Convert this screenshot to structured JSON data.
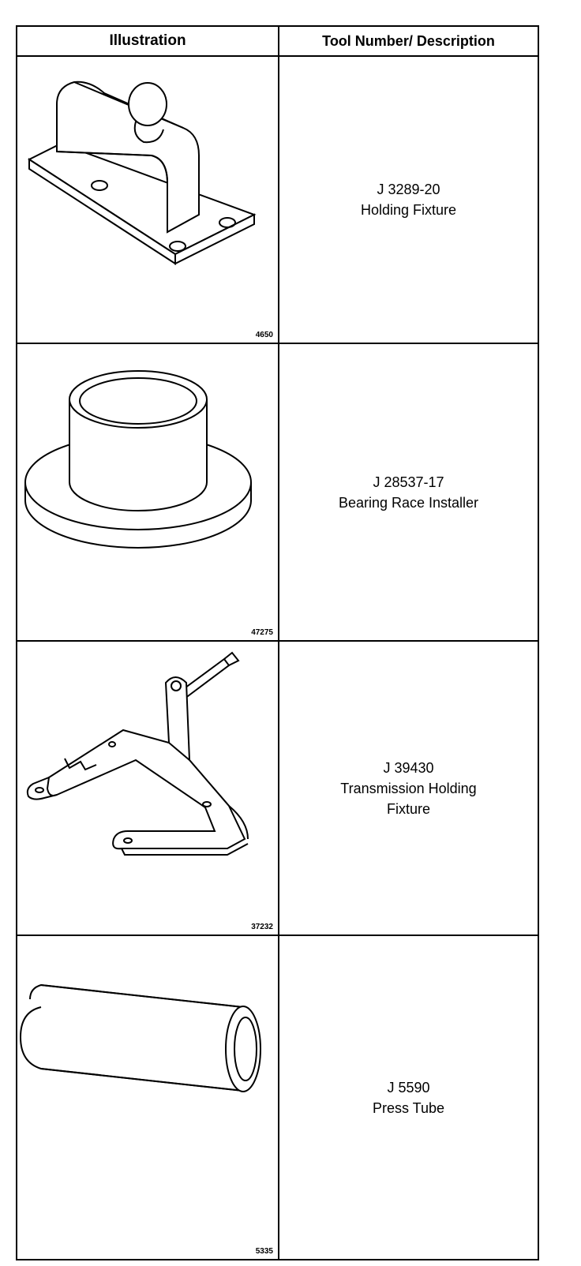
{
  "table": {
    "header": {
      "illustration": "Illustration",
      "description": "Tool Number/ Description"
    },
    "rows": [
      {
        "figure": "4650",
        "tool_number": "J 3289-20",
        "description_lines": [
          "Holding Fixture"
        ]
      },
      {
        "figure": "47275",
        "tool_number": "J 28537-17",
        "description_lines": [
          "Bearing Race Installer"
        ]
      },
      {
        "figure": "37232",
        "tool_number": "J 39430",
        "description_lines": [
          "Transmission Holding",
          "Fixture"
        ]
      },
      {
        "figure": "5335",
        "tool_number": "J 5590",
        "description_lines": [
          "Press Tube"
        ]
      }
    ]
  }
}
